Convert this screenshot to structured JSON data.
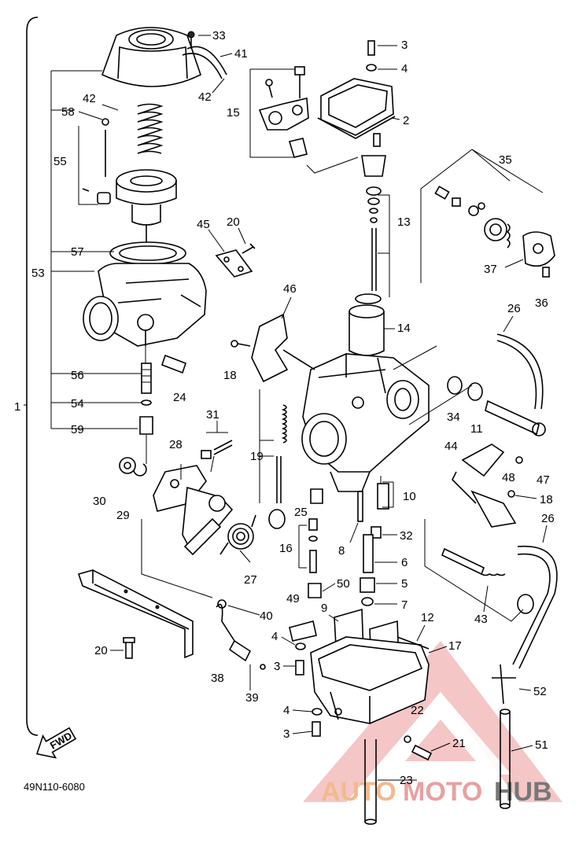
{
  "drawing_code": "49N110-6080",
  "group_marker": "1",
  "fwd_label": "FWD",
  "watermark": {
    "part1": "AUTO",
    "part2": "MOTO",
    "part3": "HUB",
    "color_a": "#f2b98e",
    "color_b": "#e8a0a0",
    "color_c": "#777777"
  },
  "callouts": [
    {
      "id": "c33a",
      "text": "33"
    },
    {
      "id": "c41",
      "text": "41"
    },
    {
      "id": "c42a",
      "text": "42"
    },
    {
      "id": "c42b",
      "text": "42"
    },
    {
      "id": "c58",
      "text": "58"
    },
    {
      "id": "c55",
      "text": "55"
    },
    {
      "id": "c57",
      "text": "57"
    },
    {
      "id": "c53",
      "text": "53"
    },
    {
      "id": "c45",
      "text": "45"
    },
    {
      "id": "c20a",
      "text": "20"
    },
    {
      "id": "c56",
      "text": "56"
    },
    {
      "id": "c24",
      "text": "24"
    },
    {
      "id": "c54",
      "text": "54"
    },
    {
      "id": "c59",
      "text": "59"
    },
    {
      "id": "c31",
      "text": "31"
    },
    {
      "id": "c28",
      "text": "28"
    },
    {
      "id": "c30",
      "text": "30"
    },
    {
      "id": "c29",
      "text": "29"
    },
    {
      "id": "c27",
      "text": "27"
    },
    {
      "id": "c15",
      "text": "15"
    },
    {
      "id": "c3a",
      "text": "3"
    },
    {
      "id": "c4a",
      "text": "4"
    },
    {
      "id": "c2",
      "text": "2"
    },
    {
      "id": "c13",
      "text": "13"
    },
    {
      "id": "c35",
      "text": "35"
    },
    {
      "id": "c37",
      "text": "37"
    },
    {
      "id": "c36",
      "text": "36"
    },
    {
      "id": "c46",
      "text": "46"
    },
    {
      "id": "c14",
      "text": "14"
    },
    {
      "id": "c26a",
      "text": "26"
    },
    {
      "id": "c18a",
      "text": "18"
    },
    {
      "id": "c34",
      "text": "34"
    },
    {
      "id": "c11",
      "text": "11"
    },
    {
      "id": "c19",
      "text": "19"
    },
    {
      "id": "c44",
      "text": "44"
    },
    {
      "id": "c48",
      "text": "48"
    },
    {
      "id": "c47",
      "text": "47"
    },
    {
      "id": "c18b",
      "text": "18"
    },
    {
      "id": "c25",
      "text": "25"
    },
    {
      "id": "c10",
      "text": "10"
    },
    {
      "id": "c26b",
      "text": "26"
    },
    {
      "id": "c16",
      "text": "16"
    },
    {
      "id": "c8",
      "text": "8"
    },
    {
      "id": "c32",
      "text": "32"
    },
    {
      "id": "c6",
      "text": "6"
    },
    {
      "id": "c5",
      "text": "5"
    },
    {
      "id": "c50",
      "text": "50"
    },
    {
      "id": "c49",
      "text": "49"
    },
    {
      "id": "c7",
      "text": "7"
    },
    {
      "id": "c43",
      "text": "43"
    },
    {
      "id": "c9",
      "text": "9"
    },
    {
      "id": "c40",
      "text": "40"
    },
    {
      "id": "c12",
      "text": "12"
    },
    {
      "id": "c17",
      "text": "17"
    },
    {
      "id": "c4b",
      "text": "4"
    },
    {
      "id": "c20b",
      "text": "20"
    },
    {
      "id": "c3b",
      "text": "3"
    },
    {
      "id": "c38",
      "text": "38"
    },
    {
      "id": "c39",
      "text": "39"
    },
    {
      "id": "c52",
      "text": "52"
    },
    {
      "id": "c4c",
      "text": "4"
    },
    {
      "id": "c22",
      "text": "22"
    },
    {
      "id": "c3c",
      "text": "3"
    },
    {
      "id": "c21",
      "text": "21"
    },
    {
      "id": "c51",
      "text": "51"
    },
    {
      "id": "c23",
      "text": "23"
    }
  ]
}
